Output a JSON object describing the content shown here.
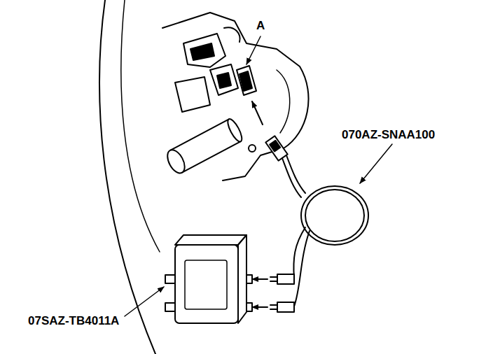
{
  "diagram": {
    "labels": [
      "A",
      "070AZ-SNAA100",
      "07SAZ-TB4011A"
    ]
  }
}
